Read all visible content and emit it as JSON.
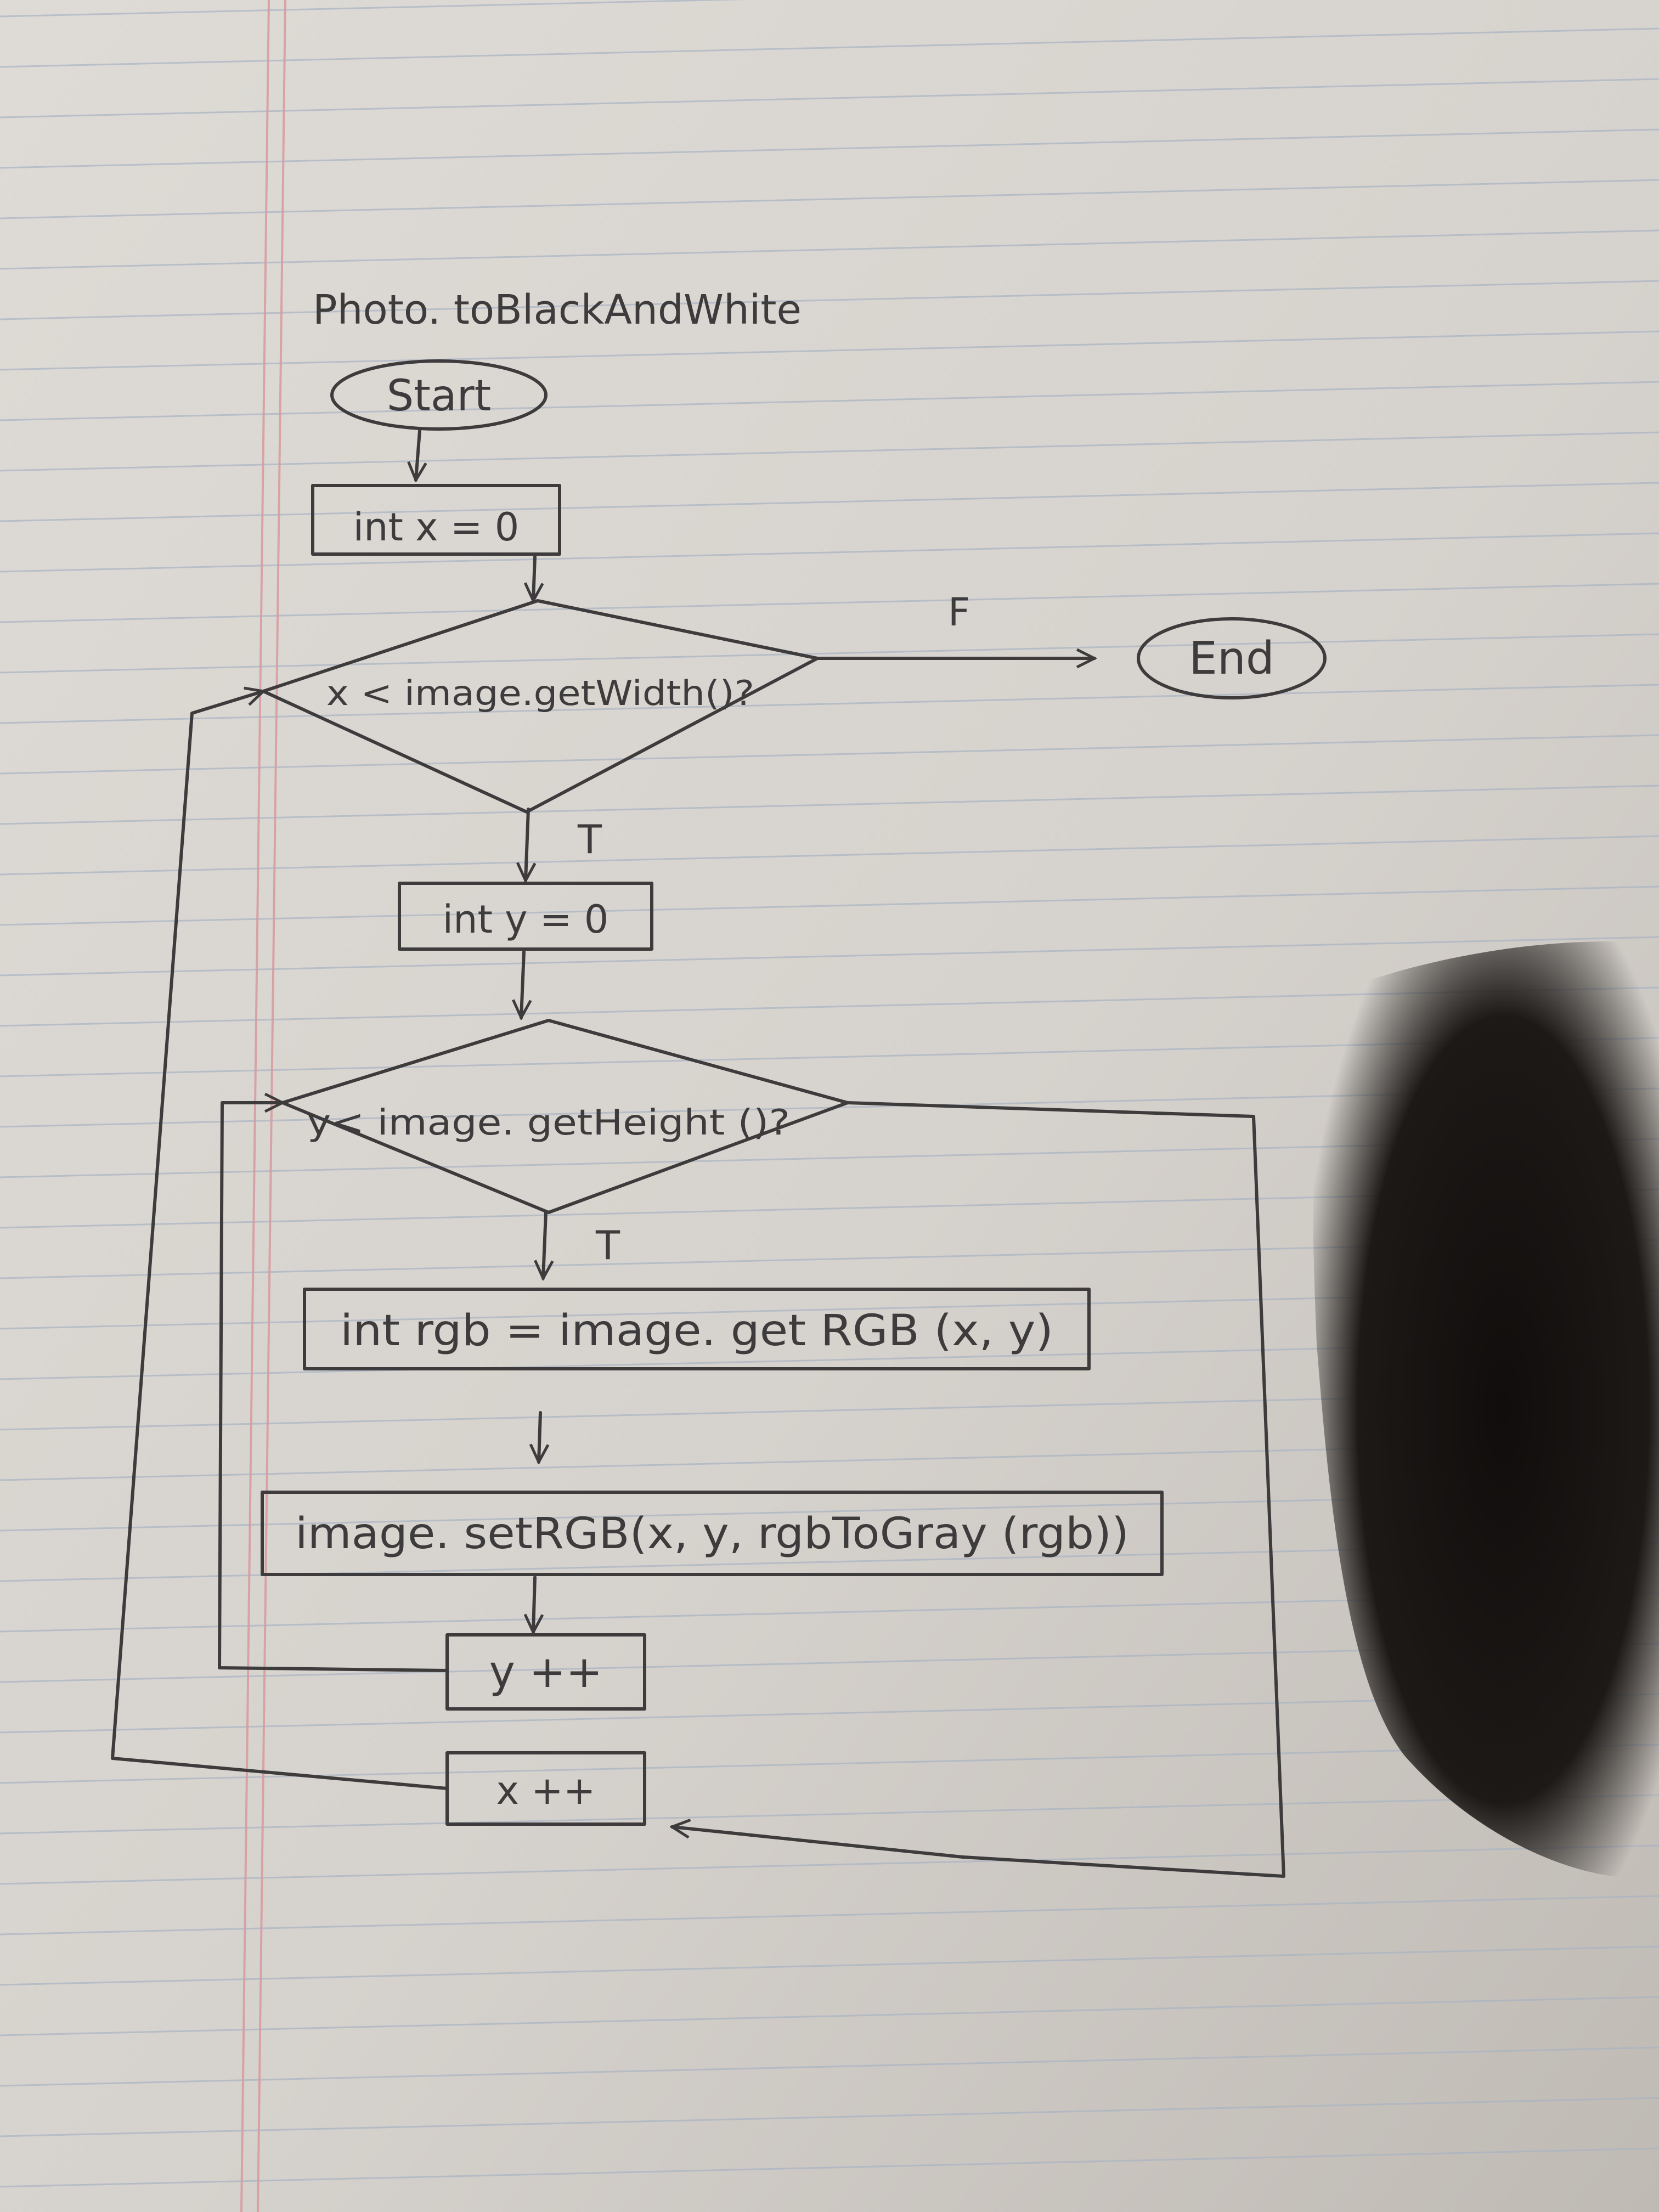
{
  "title": "Photo. toBlackAndWhite",
  "nodes": {
    "start": "Start",
    "init_x": "int x = 0",
    "cond_x": "x < image.getWidth()?",
    "end": "End",
    "init_y": "int y = 0",
    "cond_y": "y< image. getHeight ()?",
    "get_rgb": "int rgb = image. get RGB (x, y)",
    "set_rgb": "image. setRGB(x, y, rgbToGray (rgb))",
    "inc_y": "y ++",
    "inc_x": "x ++"
  },
  "edge_labels": {
    "cond_x_false": "F",
    "cond_x_true": "T",
    "cond_y_true": "T"
  },
  "colors": {
    "paper": "#d9d6d1",
    "ink": "#3d3b3c",
    "ruled_line": "#a9b4c4",
    "margin_line": "#d79a9f",
    "shadow": "#141110"
  }
}
